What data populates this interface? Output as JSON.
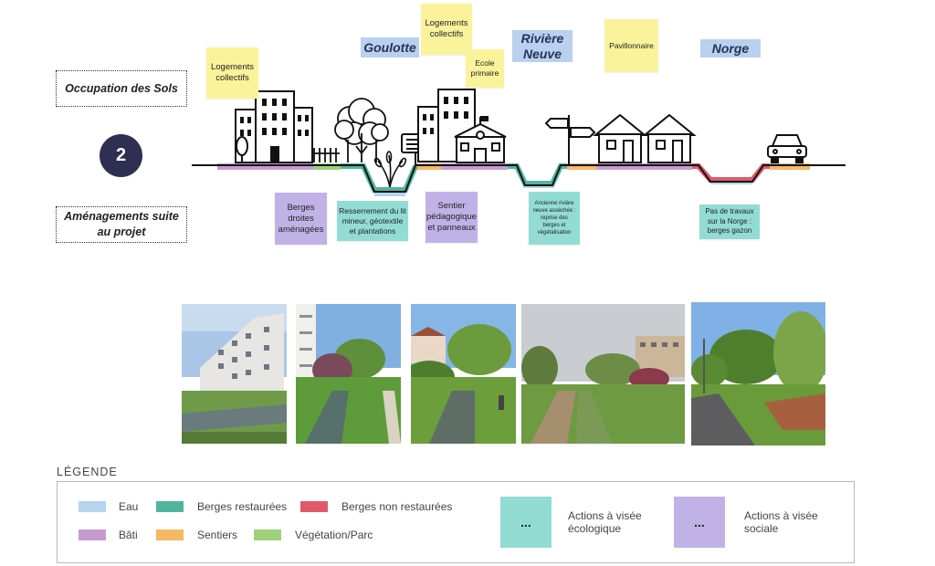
{
  "headers": {
    "occupation": "Occupation des Sols",
    "amenagements_line1": "Aménagements suite",
    "amenagements_line2": "au projet"
  },
  "step_number": "2",
  "places": {
    "goulotte": "Goulotte",
    "riviere_line1": "Rivière",
    "riviere_line2": "Neuve",
    "norge": "Norge"
  },
  "stickies": {
    "logements_1": [
      "Logements",
      "collectifs"
    ],
    "logements_2": [
      "Logements",
      "collectifs"
    ],
    "ecole": [
      "Ecole",
      "primaire"
    ],
    "pavillonnaire": "Pavillonnaire"
  },
  "actions": {
    "berges_droites": [
      "Berges",
      "droites",
      "aménagées"
    ],
    "resserrement": [
      "Resserrement du lit",
      "mineur, géotextile",
      "et plantations"
    ],
    "sentier": [
      "Sentier",
      "pédagogique",
      "et panneaux"
    ],
    "ancienne": [
      "Ancienne rivière",
      "neuve asséchée :",
      "reprise des",
      "berges et",
      "végétalisation"
    ],
    "pas_de_travaux": [
      "Pas de travaux",
      "sur la Norge :",
      "berges gazon"
    ]
  },
  "legend": {
    "title": "LÉGENDE",
    "items": [
      {
        "label": "Eau",
        "color": "#b7d3ee"
      },
      {
        "label": "Berges restaurées",
        "color": "#4fb59f"
      },
      {
        "label": "Berges non restaurées",
        "color": "#e05a6a"
      },
      {
        "label": "Bâti",
        "color": "#c79bd0"
      },
      {
        "label": "Sentiers",
        "color": "#f5b865"
      },
      {
        "label": "Végétation/Parc",
        "color": "#9fd07a"
      }
    ],
    "action_eco": {
      "symbol": "...",
      "label_line1": "Actions à visée",
      "label_line2": "écologique",
      "color": "#92dcd4"
    },
    "action_soc": {
      "symbol": "...",
      "label_line1": "Actions à visée",
      "label_line2": "sociale",
      "color": "#c0b2e6"
    }
  },
  "colors": {
    "eau": "#b7d3ee",
    "berges_restaurees": "#4fb59f",
    "berges_non_restaurees": "#e05a6a",
    "bati": "#c79bd0",
    "sentiers": "#f5b865",
    "vegetation": "#9fd07a",
    "step_circle": "#2e2f52"
  }
}
